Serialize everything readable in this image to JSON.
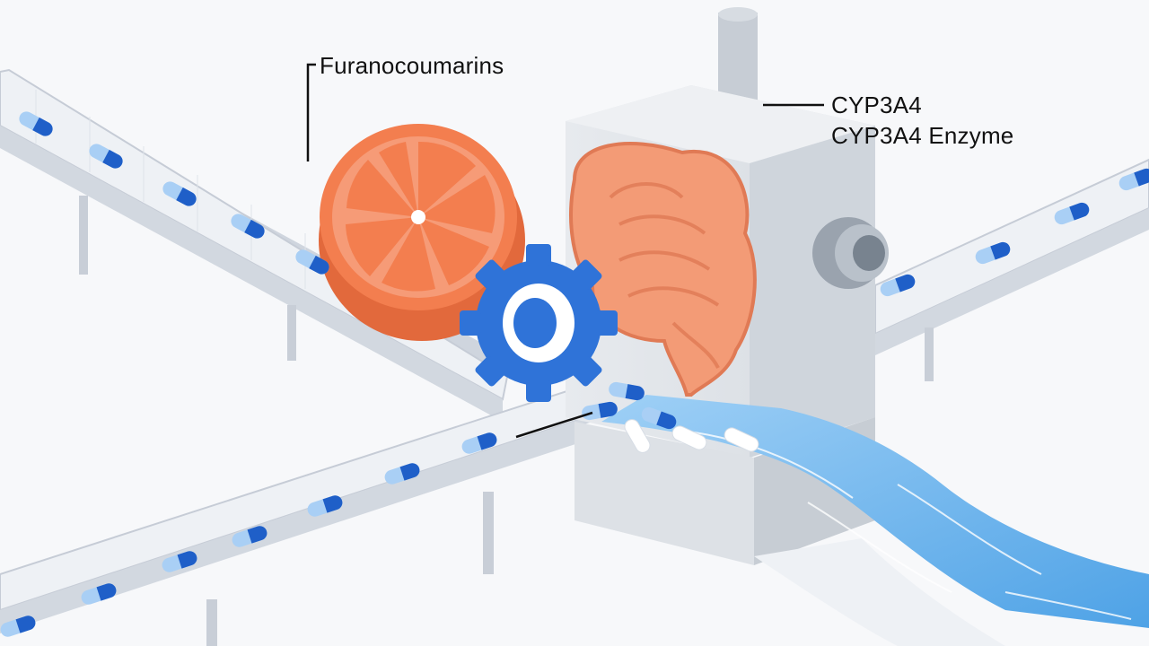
{
  "labels": {
    "furanocoumarins": "Furanocoumarins",
    "cyp_short": "CYP3A4",
    "cyp_enzyme": "CYP3A4 Enzyme"
  },
  "colors": {
    "background": "#f7f8fa",
    "belt_top": "#eef1f5",
    "belt_side": "#cdd3dc",
    "grapefruit": "#f37e4f",
    "gear": "#2f73d8",
    "intestine": "#f39b76",
    "machine": "#e3e6ea",
    "water": "#6fb6ee",
    "capsule_dark": "#1f5fc8",
    "capsule_light": "#a9cff5"
  },
  "icons": [
    "grapefruit-slice-icon",
    "gear-icon",
    "intestine-icon",
    "capsule-icon"
  ]
}
